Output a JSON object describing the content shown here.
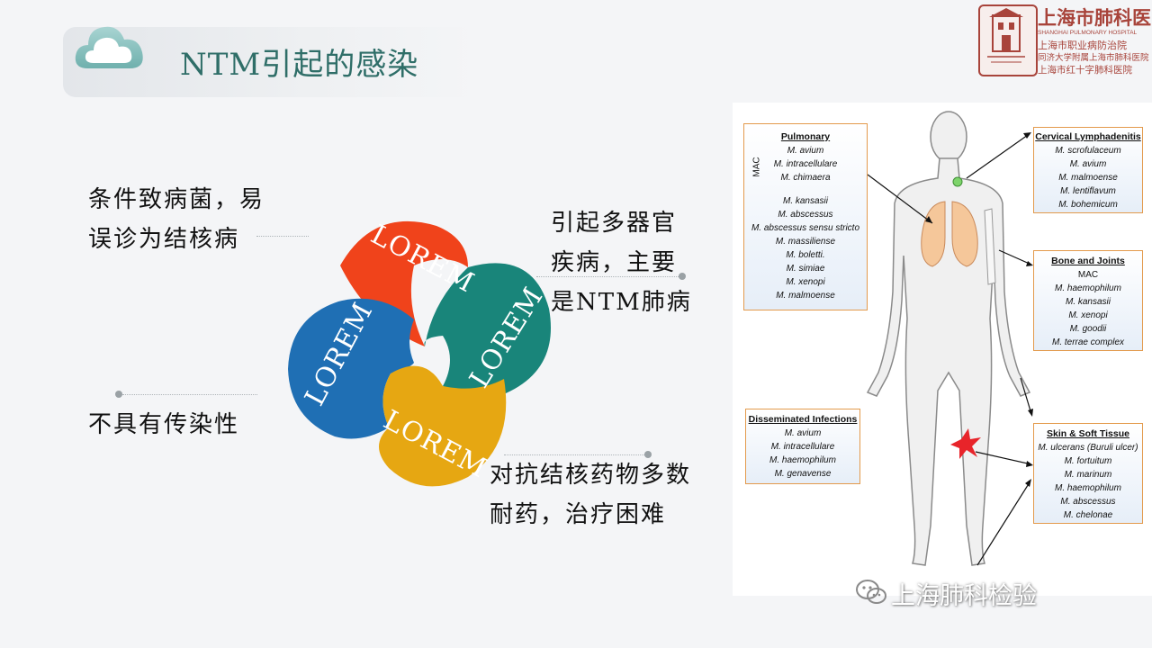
{
  "header": {
    "title": "NTM引起的感染"
  },
  "logo": {
    "name_cn": "上海市肺科医院",
    "name_en": "SHANGHAI PULMONARY HOSPITAL",
    "line1": "上海市职业病防治院",
    "line2": "同济大学附属上海市肺科医院",
    "line3": "上海市红十字肺科医院"
  },
  "petals": [
    {
      "label": "LOREM",
      "color": "#f0431b"
    },
    {
      "label": "LOREM",
      "color": "#19857a"
    },
    {
      "label": "LOREM",
      "color": "#e6a712"
    },
    {
      "label": "LOREM",
      "color": "#1f6fb4"
    }
  ],
  "points": {
    "top_left": {
      "line1": "条件致病菌，易",
      "line2": "误诊为结核病"
    },
    "top_right": {
      "line1": "引起多器官",
      "line2": "疾病，主要",
      "line3": "是NTM肺病"
    },
    "bottom_left": {
      "line1": "不具有传染性"
    },
    "bottom_right": {
      "line1": "对抗结核药物多数",
      "line2": "耐药，治疗困难"
    }
  },
  "diagram": {
    "pulmonary": {
      "title": "Pulmonary",
      "mac_label": "MAC",
      "mac_species": [
        "M. avium",
        "M. intracellulare",
        "M. chimaera"
      ],
      "species": [
        "M. kansasii",
        "M. abscessus",
        "M. abscessus sensu stricto",
        "M. massiliense",
        "M. boletti.",
        "M. simiae",
        "M. xenopi",
        "M. malmoense"
      ]
    },
    "cervical": {
      "title": "Cervical Lymphadenitis",
      "species": [
        "M. scrofulaceum",
        "M. avium",
        "M. malmoense",
        "M. lentiflavum",
        "M. bohemicum"
      ]
    },
    "bone": {
      "title": "Bone and Joints",
      "species": [
        "MAC",
        "M. haemophilum",
        "M. kansasii",
        "M. xenopi",
        "M. goodii",
        "M. terrae complex"
      ]
    },
    "disseminated": {
      "title": "Disseminated Infections",
      "species": [
        "M. avium",
        "M. intracellulare",
        "M. haemophilum",
        "M. genavense"
      ]
    },
    "skin": {
      "title": "Skin & Soft Tissue",
      "species": [
        "M. ulcerans (Buruli ulcer)",
        "M. fortuitum",
        "M. marinum",
        "M. haemophilum",
        "M. abscessus",
        "M. chelonae"
      ]
    }
  },
  "watermark": {
    "text": "上海肺科检验"
  },
  "colors": {
    "title": "#2f6e68",
    "box_border": "#e39a4c",
    "logo": "#a8443b"
  }
}
